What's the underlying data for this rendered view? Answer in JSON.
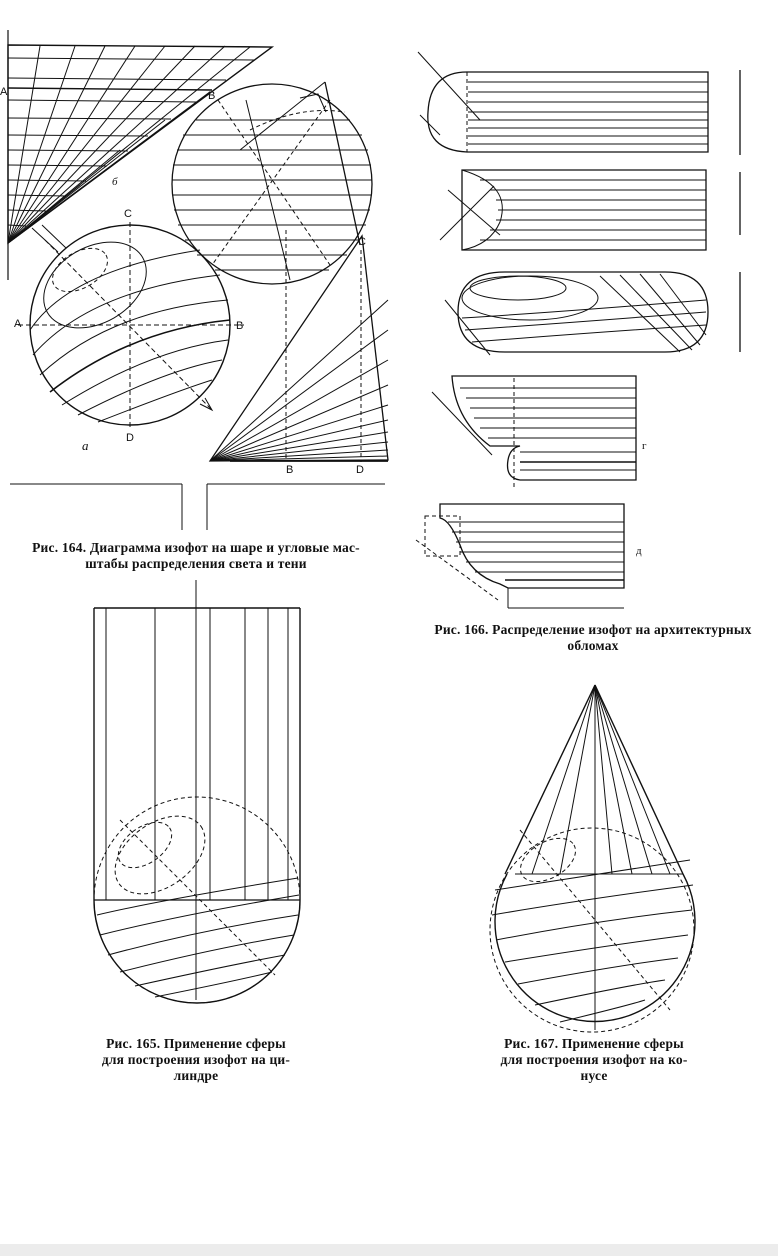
{
  "figure164": {
    "caption_line1": "Рис. 164. Диаграмма изофот на шаре и угловые мас-",
    "caption_line2": "штабы распределения света и тени",
    "labels": {
      "a_top": "A",
      "b_top": "B",
      "b_italic": "б",
      "c_sphere": "C",
      "a_sphere": "A",
      "b_sphere": "B",
      "d_sphere": "D",
      "a_italic": "a",
      "c_scale": "C",
      "b_scale": "B",
      "d_scale": "D"
    }
  },
  "figure165": {
    "caption_line1": "Рис. 165. Применение сферы",
    "caption_line2": "для построения изофот на ци-",
    "caption_line3": "линдре"
  },
  "figure166": {
    "caption_line1": "Рис. 166. Распределение изофот на архитектурных",
    "caption_line2": "обломах",
    "labels": {
      "g": "г",
      "d": "д"
    }
  },
  "figure167": {
    "caption_line1": "Рис. 167. Применение сферы",
    "caption_line2": "для построения изофот на ко-",
    "caption_line3": "нусе"
  }
}
